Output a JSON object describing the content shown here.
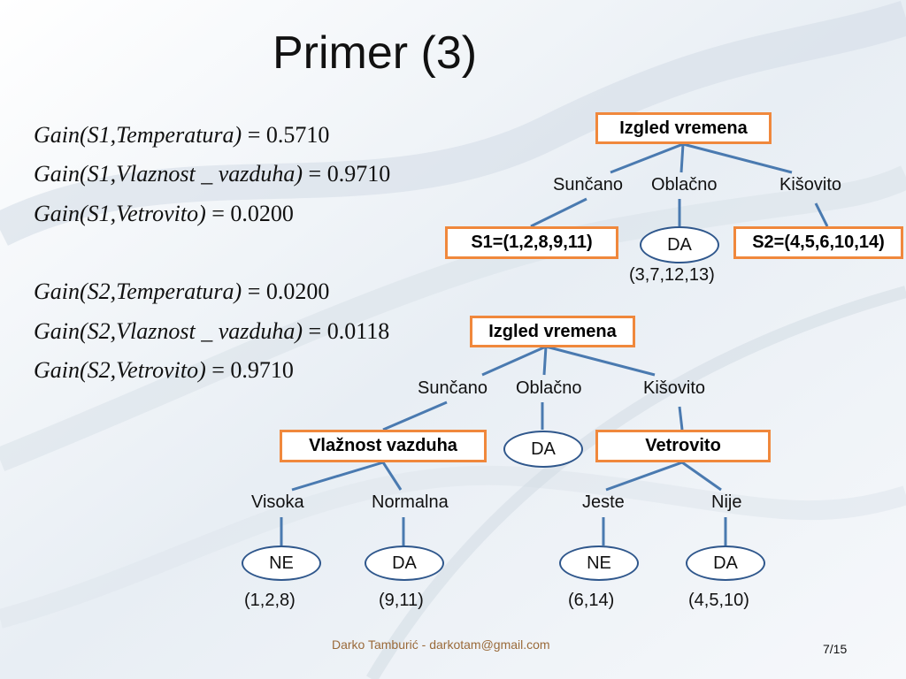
{
  "title": "Primer (3)",
  "formulas": [
    {
      "lhs": "Gain(S1,Temperatura)",
      "eq": " = ",
      "val": "0.5710"
    },
    {
      "lhs": "Gain(S1,Vlaznost _ vazduha)",
      "eq": " = ",
      "val": "0.9710"
    },
    {
      "lhs": "Gain(S1,Vetrovito)",
      "eq": " = ",
      "val": "0.0200"
    },
    {
      "lhs": "Gain(S2,Temperatura)",
      "eq": " = ",
      "val": "0.0200"
    },
    {
      "lhs": "Gain(S2,Vlaznost _ vazduha)",
      "eq": " = ",
      "val": "0.0118"
    },
    {
      "lhs": "Gain(S2,Vetrovito)",
      "eq": " = ",
      "val": "0.9710"
    }
  ],
  "tree1": {
    "root": "Izgled vremena",
    "branches": [
      "Sunčano",
      "Oblačno",
      "Kišovito"
    ],
    "left_leaf": "S1=(1,2,8,9,11)",
    "mid_leaf": "DA",
    "mid_leaf_note": "(3,7,12,13)",
    "right_leaf": "S2=(4,5,6,10,14)"
  },
  "tree2": {
    "root": "Izgled vremena",
    "branches": [
      "Sunčano",
      "Oblačno",
      "Kišovito"
    ],
    "left_node": "Vlažnost vazduha",
    "mid_leaf": "DA",
    "right_node": "Vetrovito",
    "left_branches": [
      "Visoka",
      "Normalna"
    ],
    "right_branches": [
      "Jeste",
      "Nije"
    ],
    "leaves": [
      "NE",
      "DA",
      "NE",
      "DA"
    ],
    "leaf_notes": [
      "(1,2,8)",
      "(9,11)",
      "(6,14)",
      "(4,5,10)"
    ]
  },
  "colors": {
    "box_border": "#f0883c",
    "ellipse_border": "#2f578c",
    "line": "#4a7ab0"
  },
  "footer": "Darko Tamburić - darkotam@gmail.com",
  "page_number": "7/15"
}
